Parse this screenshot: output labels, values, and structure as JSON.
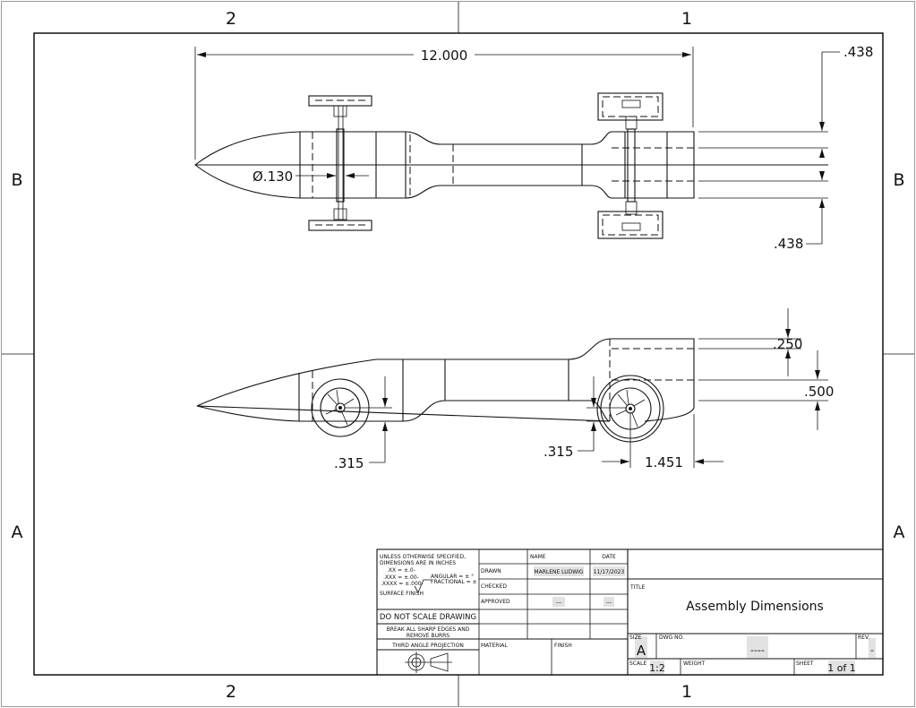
{
  "zones": {
    "top_left": "2",
    "top_right": "1",
    "bottom_left": "2",
    "bottom_right": "1",
    "left_upper": "B",
    "left_lower": "A",
    "right_upper": "B",
    "right_lower": "A"
  },
  "top_view": {
    "overall_length": "12.000",
    "axle_diameter": "Ø.130",
    "offset_top": ".438",
    "offset_bottom": ".438"
  },
  "side_view": {
    "front_axle_height": ".315",
    "rear_axle_height": ".315",
    "rear_overhang": "1.451",
    "rear_step": ".250",
    "rear_height": ".500"
  },
  "title_block": {
    "tolerance_header_1": "UNLESS OTHERWISE SPECIFIED,",
    "tolerance_header_2": "DIMENSIONS ARE IN INCHES",
    "tol_xx": ".XX = ±.0-",
    "tol_xxx": ".XXX = ±.00-",
    "tol_xxxx": ".XXXX = ±.000-",
    "angular": "ANGULAR = ± °",
    "fractional": "FRACTIONAL = ±",
    "surface_finish": "SURFACE FINISH",
    "do_not_scale": "DO NOT SCALE DRAWING",
    "break_edges_1": "BREAK ALL SHARP EDGES AND",
    "break_edges_2": "REMOVE BURRS",
    "projection": "THIRD ANGLE PROJECTION",
    "name_header": "NAME",
    "date_header": "DATE",
    "drawn_label": "DRAWN",
    "drawn_name": "MARLENE LUDWIG",
    "drawn_date": "11/17/2023",
    "checked_label": "CHECKED",
    "approved_label": "APPROVED",
    "approved_name": "---",
    "approved_date": "---",
    "material_label": "MATERIAL",
    "finish_label": "FINISH",
    "title_label": "TITLE",
    "title": "Assembly Dimensions",
    "size_label": "SIZE",
    "size": "A",
    "dwg_label": "DWG NO.",
    "dwg_no": "----",
    "rev_label": "REV.",
    "rev": "-",
    "scale_label": "SCALE",
    "scale": "1:2",
    "weight_label": "WEIGHT",
    "sheet_label": "SHEET",
    "sheet": "1 of 1"
  }
}
